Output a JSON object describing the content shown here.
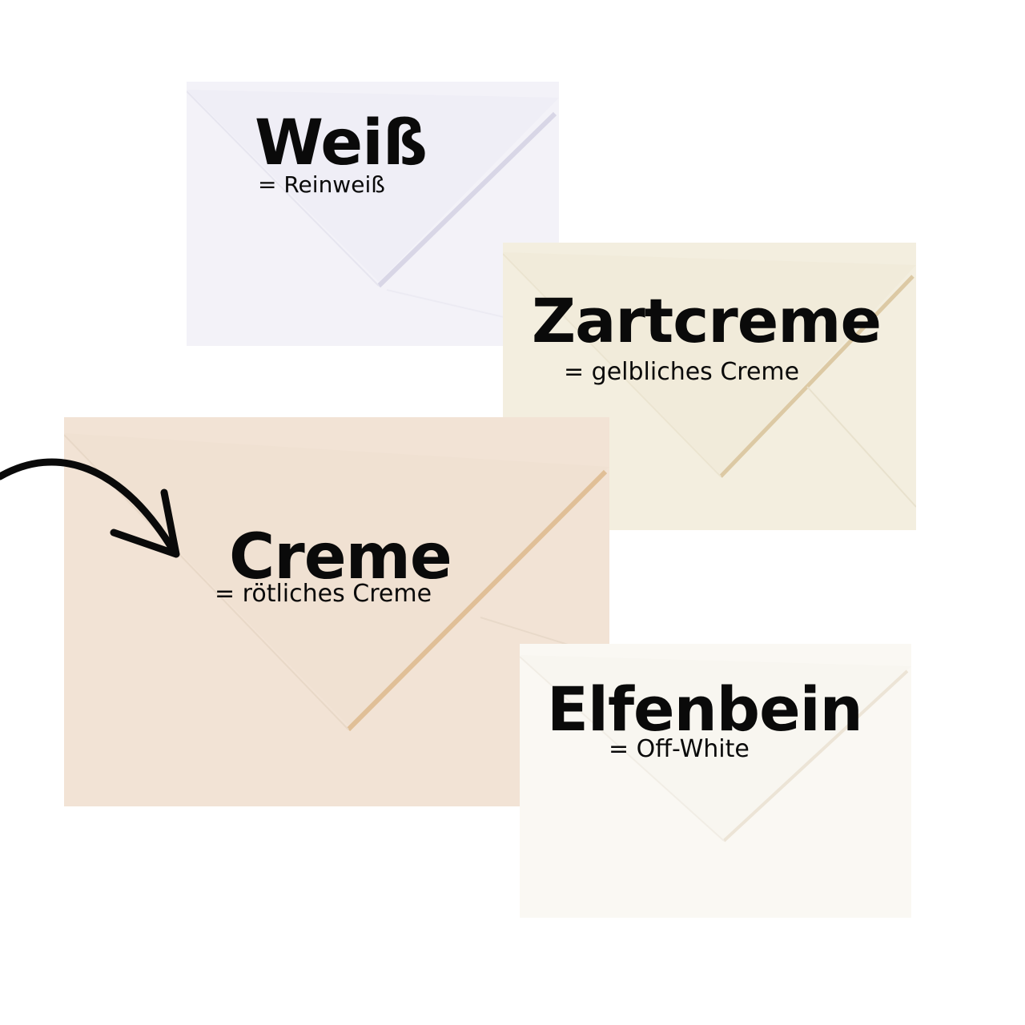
{
  "envelopes": [
    {
      "title": "Weiß",
      "subtitle": "= Reinweiß",
      "color": "#f3f2f8"
    },
    {
      "title": "Zartcreme",
      "subtitle": "= gelbliches Creme",
      "color": "#f3eedf"
    },
    {
      "title": "Creme",
      "subtitle": "= rötliches Creme",
      "color": "#f2e3d5"
    },
    {
      "title": "Elfenbein",
      "subtitle": "= Off-White",
      "color": "#faf8f3"
    }
  ],
  "icons": {
    "arrow": "curved-arrow-icon"
  }
}
